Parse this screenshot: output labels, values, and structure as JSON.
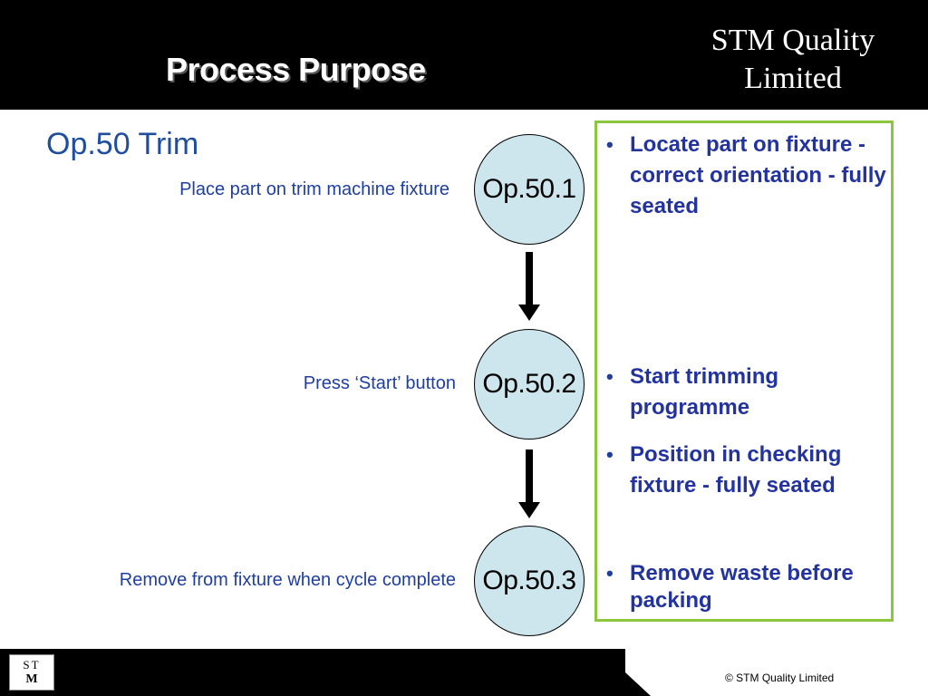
{
  "header": {
    "title": "Process Purpose",
    "brand_line1": "STM Quality",
    "brand_line2": "Limited"
  },
  "operation": {
    "heading": "Op.50 Trim"
  },
  "steps": [
    {
      "node": "Op.50.1",
      "label": "Place part on trim machine fixture"
    },
    {
      "node": "Op.50.2",
      "label": "Press ‘Start’ button"
    },
    {
      "node": "Op.50.3",
      "label": "Remove from fixture when cycle complete"
    }
  ],
  "bullets": [
    "Locate part on fixture - correct orientation - fully seated",
    "Start trimming programme",
    "Position in checking fixture - fully seated",
    "Remove waste before packing"
  ],
  "footer": {
    "logo_top": "ST",
    "logo_bottom": "M",
    "copyright": "© STM Quality Limited"
  },
  "colors": {
    "node_fill": "#cde6ee",
    "box_border": "#8cc63f",
    "text_blue": "#1f3fa0"
  }
}
